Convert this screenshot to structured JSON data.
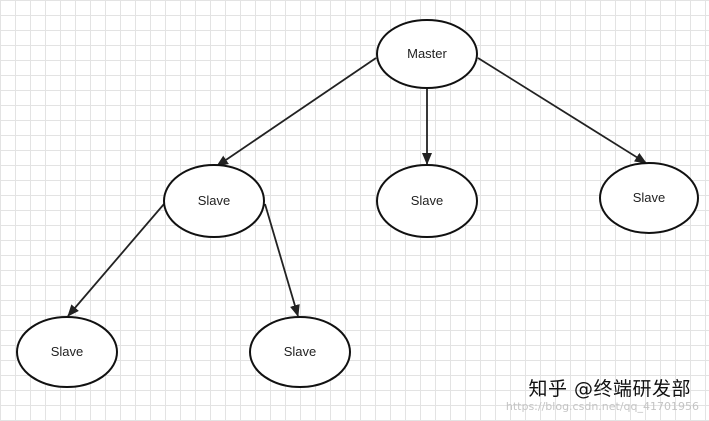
{
  "nodes": {
    "master": "Master",
    "slave_mid_left": "Slave",
    "slave_mid_center": "Slave",
    "slave_mid_right": "Slave",
    "slave_bottom_left": "Slave",
    "slave_bottom_right": "Slave"
  },
  "edges": [
    {
      "from": "master",
      "to": "slave_mid_left"
    },
    {
      "from": "master",
      "to": "slave_mid_center"
    },
    {
      "from": "master",
      "to": "slave_mid_right"
    },
    {
      "from": "slave_mid_left",
      "to": "slave_bottom_left"
    },
    {
      "from": "slave_mid_left",
      "to": "slave_bottom_right"
    }
  ],
  "watermark": {
    "text": "知乎 @终端研发部",
    "url_text": "https://blog.csdn.net/qq_41701956"
  }
}
